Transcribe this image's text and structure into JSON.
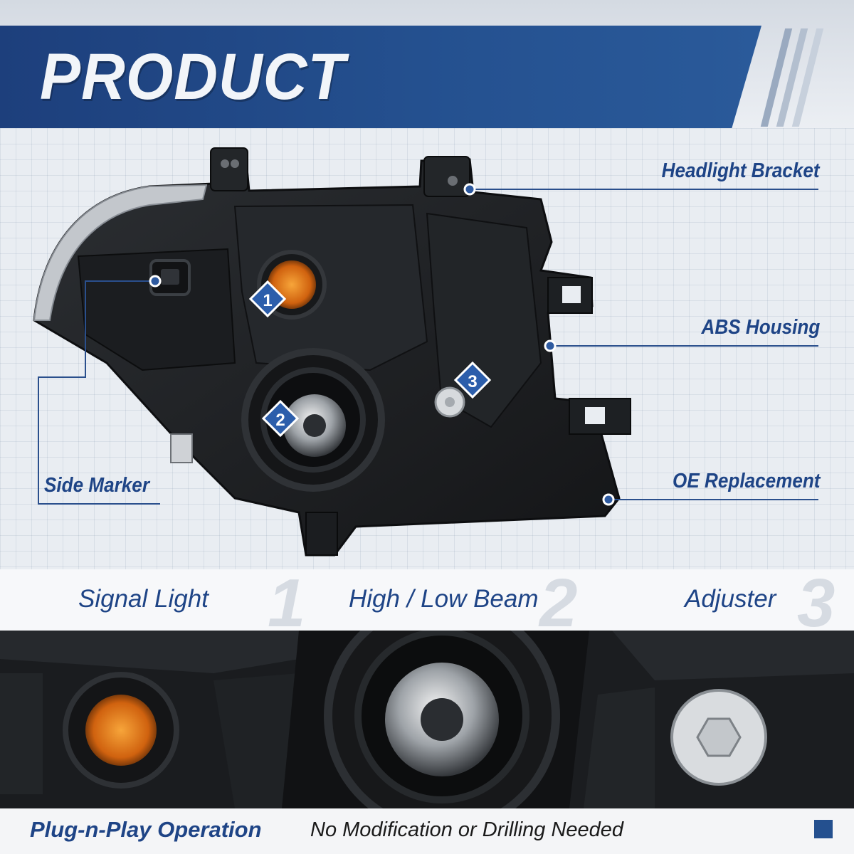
{
  "header": {
    "title": "PRODUCT STRUCTURE"
  },
  "callouts": [
    {
      "id": "headlight-bracket",
      "label": "Headlight Bracket"
    },
    {
      "id": "abs-housing",
      "label": "ABS Housing"
    },
    {
      "id": "oe-replacement",
      "label": "OE Replacement"
    },
    {
      "id": "side-marker",
      "label": "Side Marker"
    }
  ],
  "markers": [
    "1",
    "2",
    "3"
  ],
  "features": [
    {
      "title": "Signal Light",
      "number": "1"
    },
    {
      "title": "High / Low Beam",
      "number": "2"
    },
    {
      "title": "Adjuster",
      "number": "3"
    }
  ],
  "footer": {
    "title": "Plug-n-Play Operation",
    "subtitle": "No Modification or Drilling Needed"
  },
  "colors": {
    "brand_blue": "#24508f",
    "label_blue": "#1e4486",
    "housing": "#1f2124",
    "amber": "#e0861c"
  }
}
